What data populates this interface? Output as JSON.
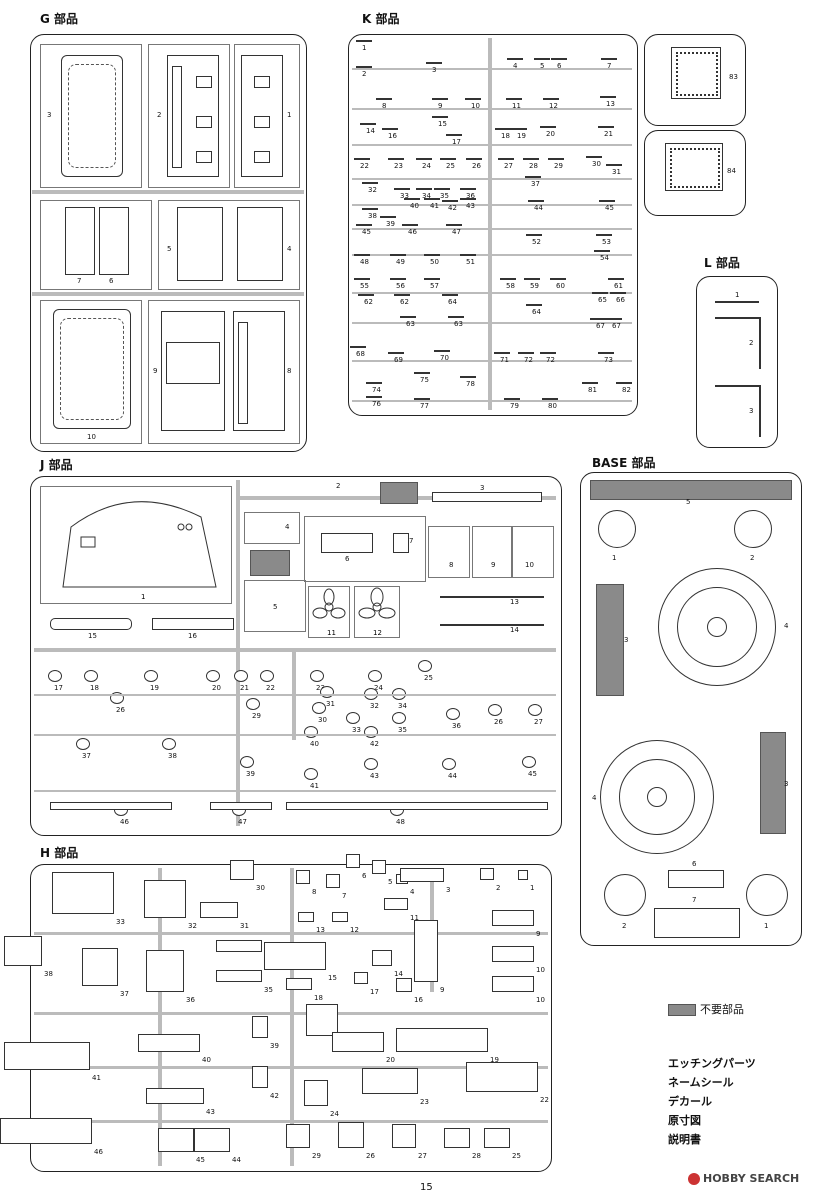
{
  "sections": {
    "g": {
      "title": "G 部品"
    },
    "k": {
      "title": "K 部品"
    },
    "l": {
      "title": "L 部品"
    },
    "j": {
      "title": "J 部品"
    },
    "base": {
      "title": "BASE 部品"
    },
    "h": {
      "title": "H 部品"
    }
  },
  "g_nums": [
    "3",
    "2",
    "1",
    "7",
    "6",
    "5",
    "4",
    "9",
    "8",
    "10"
  ],
  "l_nums": [
    "1",
    "2",
    "3"
  ],
  "base_nums": [
    "5",
    "1",
    "2",
    "3",
    "4",
    "3",
    "4",
    "6",
    "7",
    "2",
    "1"
  ],
  "legend": {
    "unused_label": "不要部品"
  },
  "included_items": [
    "エッチングパーツ",
    "ネームシール",
    "デカール",
    "原寸図",
    "説明書"
  ],
  "page_number": "15",
  "watermark": "HOBBY SEARCH",
  "colors": {
    "unused": "#8a8a8a",
    "line": "#222222"
  }
}
